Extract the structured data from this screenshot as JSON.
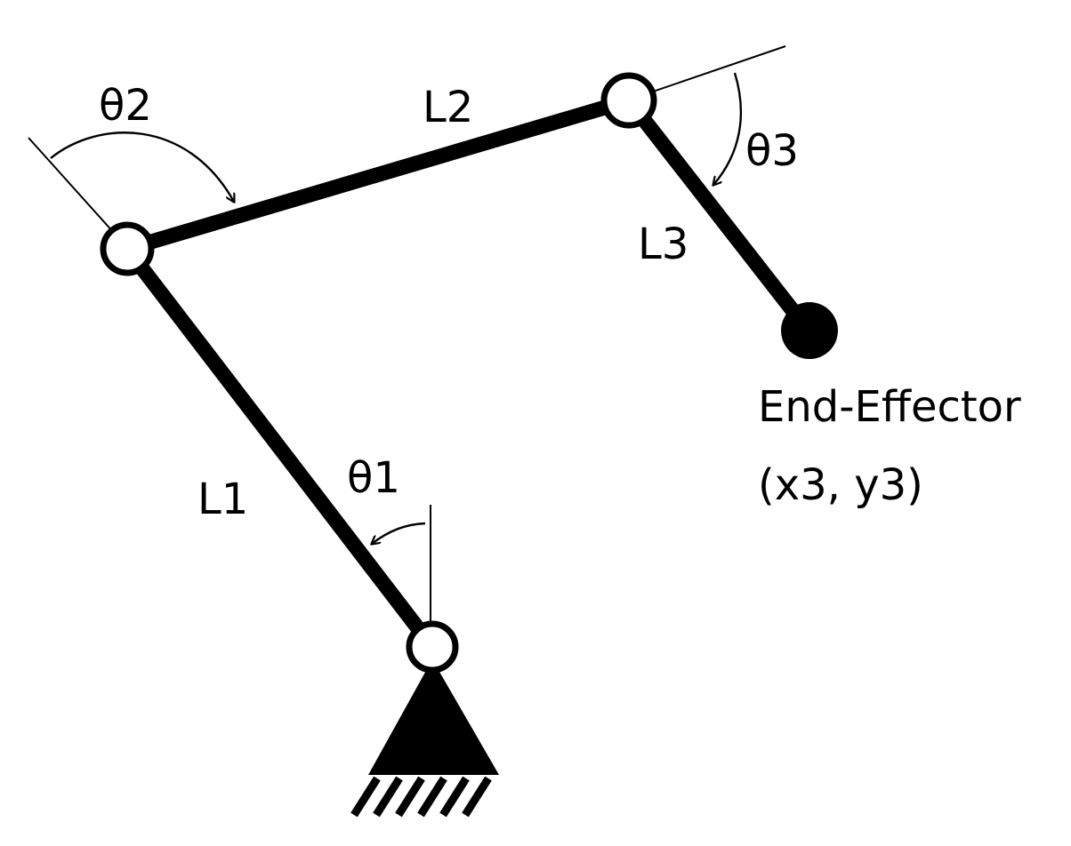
{
  "diagram": {
    "colors": {
      "ink": "#000000",
      "paper": "#ffffff"
    },
    "links": [
      {
        "name": "link-l1",
        "label": "L1"
      },
      {
        "name": "link-l2",
        "label": "L2"
      },
      {
        "name": "link-l3",
        "label": "L3"
      }
    ],
    "angles": [
      {
        "name": "angle-theta1",
        "label": "θ1"
      },
      {
        "name": "angle-theta2",
        "label": "θ2"
      },
      {
        "name": "angle-theta3",
        "label": "θ3"
      }
    ],
    "end_effector": {
      "title": "End-Effector",
      "coords": "(x3, y3)"
    }
  }
}
